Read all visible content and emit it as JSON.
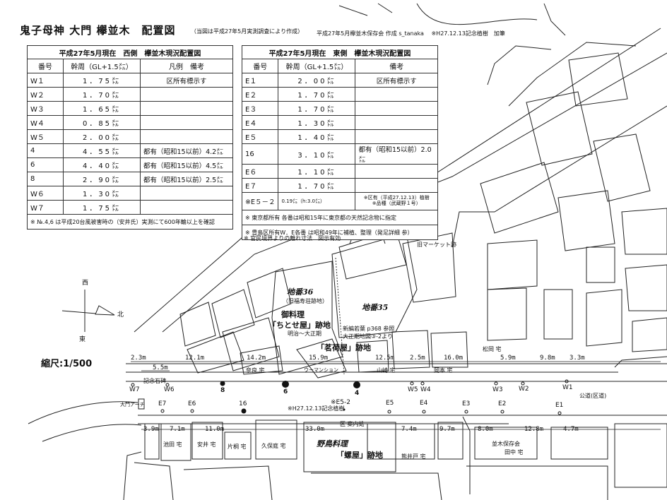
{
  "header": {
    "title": "鬼子母神 大門 欅並木　配置図",
    "subtitle": "（当図は平成27年5月実測調査により作成）",
    "author": "平成27年5月欅並木保存会 作成 s_tanaka　 ※H27.12.13記念植樹　加筆"
  },
  "west_table": {
    "caption": "平成27年5月現在　西側　欅並木現況配置図",
    "col_no": "番号",
    "col_girth": "幹周（GL+1.5㍍）",
    "col_note": "凡例　備考",
    "rows": [
      {
        "no": "W１",
        "girth": "1．75㍍",
        "note": "区所有標示す"
      },
      {
        "no": "W２",
        "girth": "1．70㍍",
        "note": ""
      },
      {
        "no": "W３",
        "girth": "1．65㍍",
        "note": ""
      },
      {
        "no": "W４",
        "girth": "0．85㍍",
        "note": ""
      },
      {
        "no": "W５",
        "girth": "2．00㍍",
        "note": ""
      },
      {
        "no": "4",
        "girth": "4．55㍍",
        "note": "都有（昭和15以前）4.2㍍"
      },
      {
        "no": "6",
        "girth": "4．40㍍",
        "note": "都有（昭和15以前）4.5㍍"
      },
      {
        "no": "8",
        "girth": "2．90㍍",
        "note": "都有（昭和15以前）2.5㍍"
      },
      {
        "no": "W６",
        "girth": "1．30㍍",
        "note": ""
      },
      {
        "no": "W７",
        "girth": "1．75㍍",
        "note": ""
      }
    ],
    "footnote": "※ №.4,6 は平成20台風被害時の（安井氏）実測にて600年輪以上を確認"
  },
  "east_table": {
    "caption": "平成27年5月現在　東側　欅並木現況配置図",
    "col_no": "番号",
    "col_girth": "幹周（GL+1.5㍍）",
    "col_note": "備考",
    "rows": [
      {
        "no": "E１",
        "girth": "2．00㍍",
        "note": "区所有標示す"
      },
      {
        "no": "E２",
        "girth": "1．70㍍",
        "note": ""
      },
      {
        "no": "E３",
        "girth": "1．70㍍",
        "note": ""
      },
      {
        "no": "E４",
        "girth": "1．30㍍",
        "note": ""
      },
      {
        "no": "E５",
        "girth": "1．40㍍",
        "note": ""
      },
      {
        "no": "16",
        "girth": "3．10㍍",
        "note": "都有（昭和15以前）2.0㍍"
      },
      {
        "no": "E６",
        "girth": "1．10㍍",
        "note": ""
      },
      {
        "no": "E７",
        "girth": "1．70㍍",
        "note": ""
      }
    ],
    "extra_row": {
      "no": "※E５－２",
      "girth": "0.19㍍（h:3.0㍍）",
      "note1": "※区有（平成27.12.13）植樹",
      "note2": "※品種（武蔵野１号）"
    },
    "notes": [
      "※ 東京都所有 各番は昭和15年に東京都の天然記念物に指定",
      "※ 豊島区所有W．E各番 は昭和49年に補植、整理（発足詳細 参）",
      "※ 官民境界よりの離れ寸法　図示有効"
    ]
  },
  "compass": {
    "north": "北",
    "west": "西",
    "east": "東"
  },
  "scale": "縮尺:1/500",
  "map_labels": {
    "old_market": "旧マーケット跡",
    "lot36": "地番36",
    "lot36_sub": "（旧福寿荘跡地）",
    "lot35": "地番35",
    "ryotei": "御料理",
    "chitoseya": "「ちとせ屋」跡地",
    "meiji": "明治～大正期",
    "shinpen": "新編若葉 p368 参照",
    "taisho_map": "大正期地図③-2より",
    "myogaya": "「茗荷屋」跡地",
    "matsuoka": "松岡 宅",
    "nara": "奈良 宅",
    "woman": "ウーマンション",
    "yamazaki": "山崎 宅",
    "okamoto": "岡本 宅",
    "kouen_road": "公道(区道)",
    "daimon_arch": "大門アーチ",
    "kinen_hi": "記念石碑",
    "memorial_planting": "※H27.12.13記念植樹",
    "ikeda": "池田 宅",
    "yasui": "安井 宅",
    "kataoka": "片桐 宅",
    "kubota": "久保庭 宅",
    "annaijo": "区 案内処",
    "yacho_ryori": "野鳥料理",
    "hotaruya": "「螺屋」跡地",
    "kumaido": "熊井戸 宅",
    "namiki_hozonkai": "並木保存会",
    "tanaka": "田中 宅"
  },
  "dimensions": {
    "n1": "2.3m",
    "n2": "5.5m",
    "n3": "12.1m",
    "n4": "14.2m",
    "n5": "15.9m",
    "n6": "12.5m",
    "n7": "2.5m",
    "n8": "16.0m",
    "n9": "5.9m",
    "n10": "9.8m",
    "n11": "3.3m",
    "s1": "3.9m",
    "s2": "7.1m",
    "s3": "11.0m",
    "s4": "33.0m",
    "s5": "7.4m",
    "s6": "9.7m",
    "s7": "8.0m",
    "s8": "12.8m",
    "s9": "4.7m"
  },
  "trees": {
    "W7": "W7",
    "W6": "W6",
    "t8": "8",
    "t6": "6",
    "t4": "4",
    "W5": "W5",
    "W4": "W4",
    "W3": "W3",
    "W2": "W2",
    "W1": "W1",
    "E7": "E7",
    "E6": "E6",
    "t16": "16",
    "E52": "※E5-2",
    "E5": "E5",
    "E4": "E4",
    "E3": "E3",
    "E2": "E2",
    "E1": "E1"
  }
}
